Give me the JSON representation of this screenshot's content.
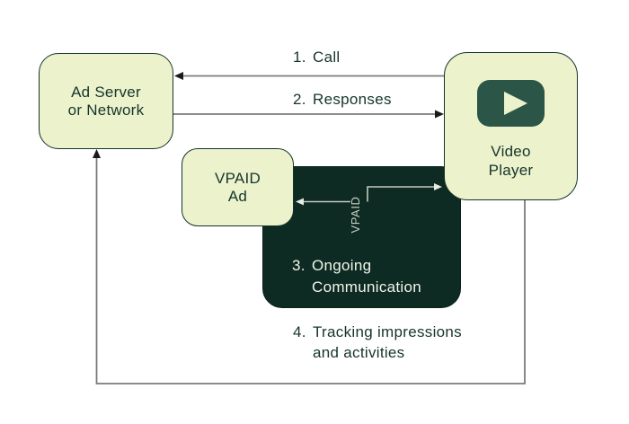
{
  "colors": {
    "bg": "#ffffff",
    "box_fill": "#ebf2cc",
    "box_border": "#163429",
    "dark_box": "#0d2b23",
    "icon_green": "#2b5546",
    "text_dark": "#16352b",
    "text_light": "#f3f5ea",
    "line_gray": "#7b7b7b",
    "arrow_dark": "#1a1a1a",
    "line_light": "#c3c9bd",
    "vpaid_label": "#c9cfc3"
  },
  "nodes": {
    "ad_server": {
      "line1": "Ad Server",
      "line2": "or Network"
    },
    "vpaid_ad": {
      "line1": "VPAID",
      "line2": "Ad"
    },
    "video_player": {
      "line1": "Video",
      "line2": "Player",
      "icon": "play-icon"
    }
  },
  "flows": {
    "call": {
      "number": "1.",
      "label": "Call"
    },
    "responses": {
      "number": "2.",
      "label": "Responses"
    },
    "ongoing": {
      "number": "3.",
      "line1": "Ongoing",
      "line2": "Communication"
    },
    "tracking": {
      "number": "4.",
      "line1": "Tracking impressions",
      "line2": "and activities"
    },
    "vpaid_interface_label": "VPAID"
  }
}
